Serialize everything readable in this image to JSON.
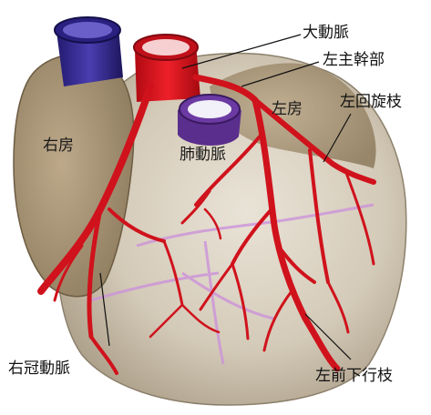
{
  "labels": {
    "aorta": "大動脈",
    "left_main_trunk": "左主幹部",
    "left_atrium": "左房",
    "left_circumflex": "左回旋枝",
    "right_atrium": "右房",
    "pulmonary_artery": "肺動脈",
    "right_coronary_artery": "右冠動脈",
    "left_anterior_descending": "左前下行枝"
  },
  "colors": {
    "artery": "#d3141e",
    "artery_dark": "#9c0a10",
    "aorta_red": "#e0101a",
    "vena_blue": "#3a2e9a",
    "pulmonary_purple": "#6a3a9a",
    "atrium_tan": "#a89472",
    "heart_base": "#d6cdbd",
    "vein_pink": "#c88ed8"
  }
}
